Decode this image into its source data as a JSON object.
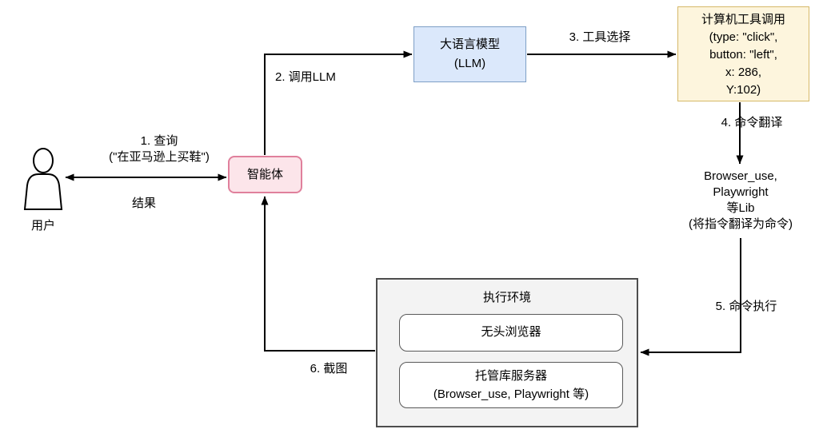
{
  "diagram": {
    "colors": {
      "agent_fill": "#fce5ea",
      "agent_border": "#e0809c",
      "llm_fill": "#dbe8fb",
      "llm_border": "#7e9fc6",
      "tool_fill": "#fdf5dd",
      "tool_border": "#d6b969",
      "env_fill": "#f3f3f3",
      "line_color": "#000000"
    },
    "nodes": {
      "user": {
        "label": "用户"
      },
      "agent": {
        "label": "智能体"
      },
      "llm": {
        "line1": "大语言模型",
        "line2": "(LLM)"
      },
      "tool_call": {
        "title": "计算机工具调用",
        "lines": [
          "(type: \"click\",",
          "button: \"left\",",
          "x: 286,",
          "Y:102)"
        ]
      },
      "lib": {
        "lines": [
          "Browser_use,",
          "Playwright",
          "等Lib",
          "(将指令翻译为命令)"
        ]
      },
      "env": {
        "title": "执行环境",
        "headless_browser": "无头浏览器",
        "server_line1": "托管库服务器",
        "server_line2": "(Browser_use, Playwright 等)"
      }
    },
    "edges": {
      "query_line1": "1. 查询",
      "query_line2": "(\"在亚马逊上买鞋\")",
      "result": "结果",
      "call_llm": "2. 调用LLM",
      "tool_select": "3. 工具选择",
      "cmd_translate": "4. 命令翻译",
      "cmd_execute": "5. 命令执行",
      "screenshot": "6. 截图"
    }
  }
}
